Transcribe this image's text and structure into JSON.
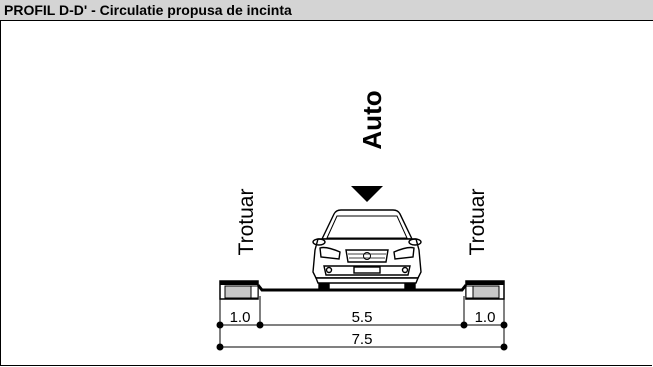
{
  "header": {
    "title": "PROFIL D-D' - Circulatie propusa de incinta"
  },
  "diagram": {
    "lane_label": "Auto",
    "left_sidewalk_label": "Trotuar",
    "right_sidewalk_label": "Trotuar",
    "dim_left": "1.0",
    "dim_center": "5.5",
    "dim_right": "1.0",
    "dim_total": "7.5"
  }
}
